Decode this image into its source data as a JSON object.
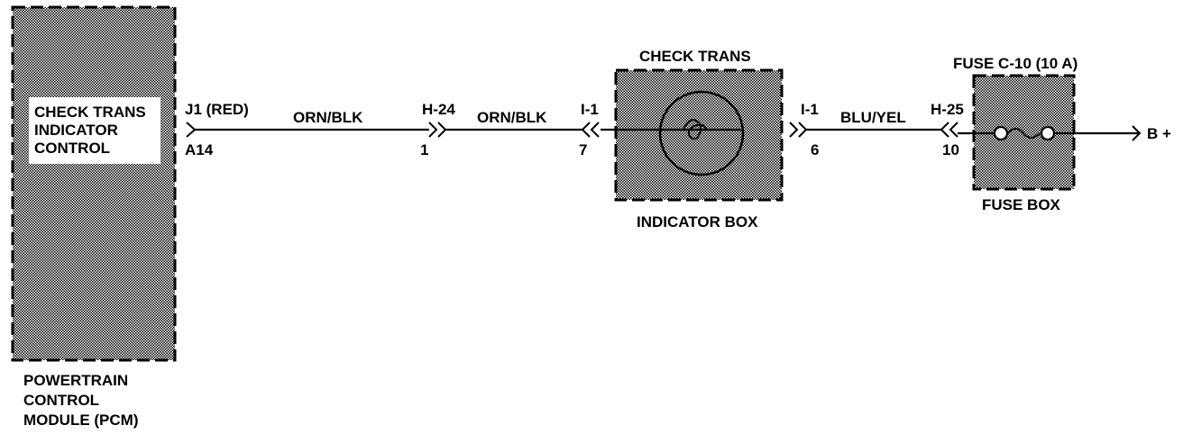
{
  "pcm": {
    "name_lines": [
      "POWERTRAIN",
      "CONTROL",
      "MODULE (PCM)"
    ],
    "internal_label_lines": [
      "CHECK TRANS",
      "INDICATOR",
      "CONTROL"
    ]
  },
  "connectors": {
    "j1": {
      "name": "J1 (RED)",
      "pin": "A14"
    },
    "h24": {
      "name": "H-24",
      "pin": "1"
    },
    "i1_in": {
      "name": "I-1",
      "pin": "7"
    },
    "i1_out": {
      "name": "I-1",
      "pin": "6"
    },
    "h25": {
      "name": "H-25",
      "pin": "10"
    }
  },
  "wires": {
    "wire1": "ORN/BLK",
    "wire2": "ORN/BLK",
    "wire3": "BLU/YEL"
  },
  "indicator": {
    "title": "CHECK TRANS",
    "box_label": "INDICATOR BOX"
  },
  "fuse": {
    "title": "FUSE C-10 (10 A)",
    "box_label": "FUSE BOX"
  },
  "power": {
    "label": "B +"
  }
}
